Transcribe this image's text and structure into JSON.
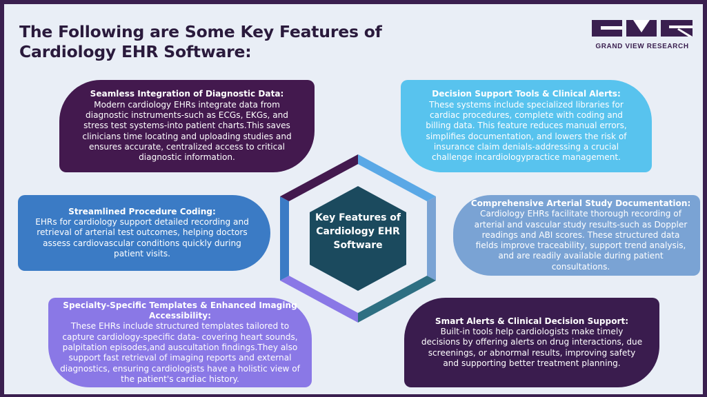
{
  "title": "The Following are Some Key Features of Cardiology EHR Software:",
  "logo": {
    "text": "GRAND VIEW RESEARCH",
    "color": "#3a1f4f"
  },
  "center": {
    "label": "Key Features of Cardiology EHR Software",
    "fill": "#1b4a5e"
  },
  "colors": {
    "frame": "#3a1f4f",
    "background": "#e9eef6",
    "dark_purple": "#43194e",
    "light_blue": "#58c3ee",
    "blue": "#3b7bc5",
    "steel_blue": "#7aa3d4",
    "lavender": "#8a78e6",
    "teal": "#2e6f82"
  },
  "features": [
    {
      "heading": "Seamless Integration of Diagnostic Data:",
      "body": "Modern cardiology EHRs integrate data from diagnostic instruments-such as ECGs, EKGs, and stress test systems-into patient charts.This saves clinicians time locating and uploading studies and ensures accurate, centralized access to critical diagnostic information."
    },
    {
      "heading": "Decision Support Tools & Clinical Alerts:",
      "body": "These systems include specialized libraries for cardiac procedures, complete with coding and billing data. This feature reduces manual errors, simplifies documentation, and lowers the risk of insurance claim denials-addressing a crucial challenge incardiologypractice management."
    },
    {
      "heading": "Streamlined Procedure Coding:",
      "body": "EHRs for cardiology support detailed recording and retrieval of arterial test outcomes, helping doctors assess cardiovascular conditions quickly during patient visits."
    },
    {
      "heading": "Comprehensive Arterial Study Documentation:",
      "body": "Cardiology EHRs facilitate thorough recording of arterial and vascular study results-such as Doppler readings and ABI scores. These structured data fields improve traceability, support trend analysis, and are readily available during patient consultations."
    },
    {
      "heading": "Specialty-Specific Templates & Enhanced Imaging Accessibility:",
      "body": "These EHRs include structured templates tailored to capture cardiology-specific data- covering heart sounds, palpitation episodes,and auscultation findings.They also support fast retrieval of imaging reports and external diagnostics, ensuring cardiologists have a holistic view of the patient's cardiac history."
    },
    {
      "heading": "Smart Alerts & Clinical Decision Support:",
      "body": "Built-in tools help cardiologists make timely decisions by offering alerts on drug interactions, due screenings, or abnormal results, improving safety and supporting better treatment planning."
    }
  ]
}
